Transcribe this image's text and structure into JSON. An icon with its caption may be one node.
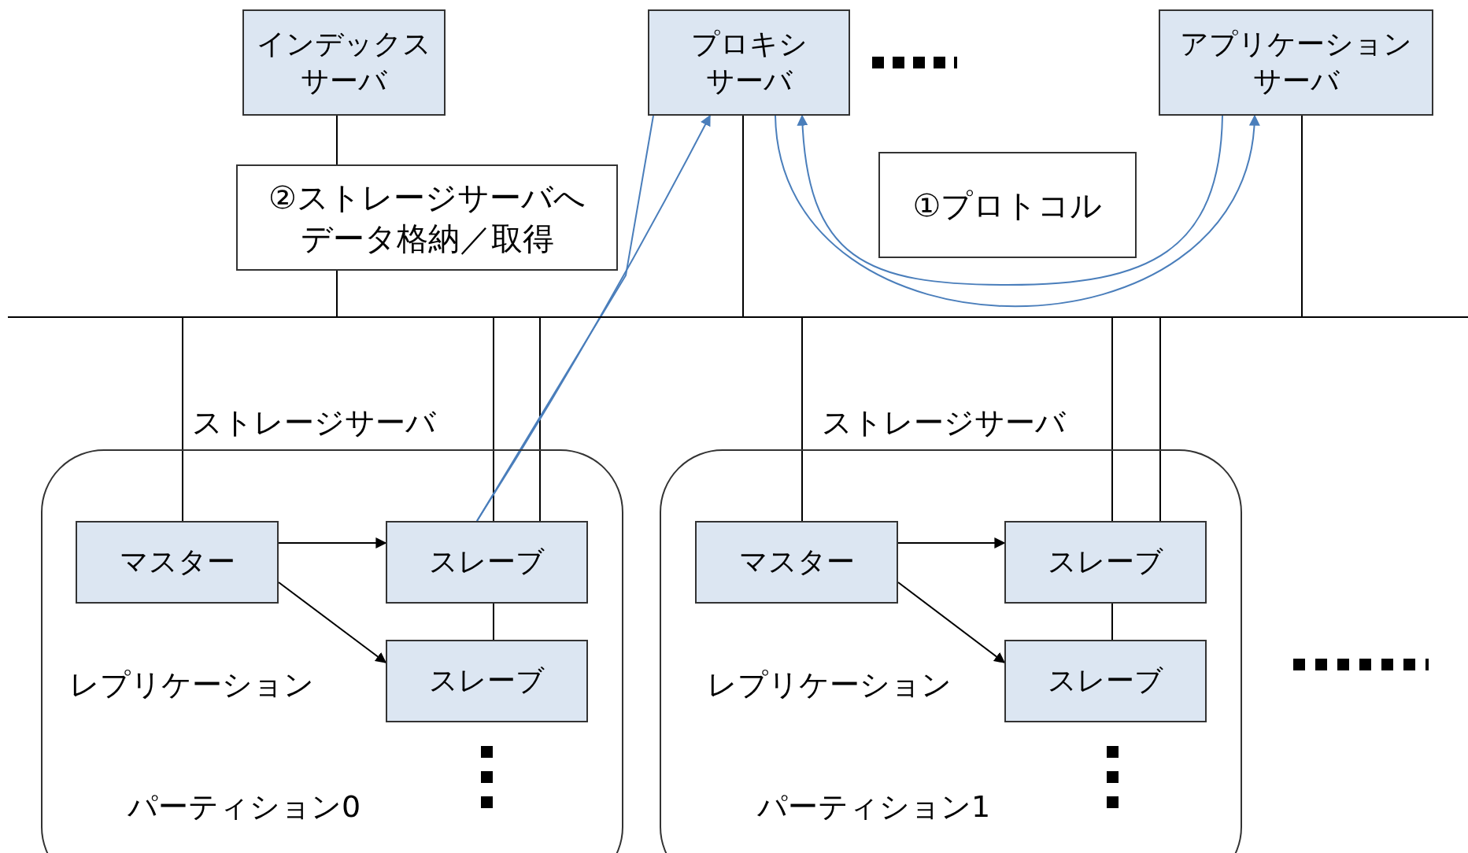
{
  "diagram": {
    "nodes": [
      {
        "text": [
          "インデックスサーバ"
        ]
      },
      {
        "text": [
          "プロキシサーバ"
        ]
      },
      {
        "text": [
          "アプリケーションサーバ"
        ]
      },
      {
        "text": [
          "②ストレージサーバへデータ格納／取得"
        ]
      },
      {
        "text": [
          "①プロトコル"
        ]
      },
      {
        "text": [
          "ストレージサーバ",
          "レプリケーション",
          "パーティション0"
        ]
      },
      {
        "text": [
          "マスター"
        ],
        "in": 5
      },
      {
        "text": [
          "スレーブ"
        ],
        "in": 5
      },
      {
        "text": [
          "スレーブ"
        ],
        "in": 5
      },
      {
        "text": [
          "ストレージサーバ",
          "レプリケーション",
          "パーティション1"
        ]
      },
      {
        "text": [
          "マスター"
        ],
        "in": 9
      },
      {
        "text": [
          "スレーブ"
        ],
        "in": 9
      },
      {
        "text": [
          "スレーブ"
        ],
        "in": 9
      },
      {
        "text": [],
        "shape": "bar"
      }
    ],
    "edges": [
      {
        "from": 0,
        "to": 3,
        "arrow": "none"
      },
      {
        "from": 1,
        "to": 13,
        "arrow": "none"
      },
      {
        "from": 2,
        "to": 13,
        "arrow": "none"
      },
      {
        "from": 6,
        "to": 13,
        "arrow": "none"
      },
      {
        "from": 7,
        "to": 13,
        "arrow": "none"
      },
      {
        "from": 7,
        "to": 13,
        "arrow": "none"
      },
      {
        "from": 10,
        "to": 13,
        "arrow": "none"
      },
      {
        "from": 11,
        "to": 13,
        "arrow": "none"
      },
      {
        "from": 11,
        "to": 13,
        "arrow": "none"
      },
      {
        "from": 6,
        "to": 7,
        "arrow": "to"
      },
      {
        "from": 6,
        "to": 8,
        "arrow": "to"
      },
      {
        "from": 7,
        "to": 8,
        "arrow": "none"
      },
      {
        "from": 10,
        "to": 11,
        "arrow": "to"
      },
      {
        "from": 10,
        "to": 12,
        "arrow": "to"
      },
      {
        "from": 11,
        "to": 12,
        "arrow": "none"
      },
      {
        "from": 1,
        "to": 2,
        "arrow": "to",
        "color": "#4a7ebb"
      },
      {
        "from": 2,
        "to": 1,
        "arrow": "to",
        "color": "#4a7ebb"
      },
      {
        "from": 1,
        "to": 7,
        "arrow": "none",
        "color": "#4a7ebb"
      },
      {
        "from": 7,
        "to": 1,
        "arrow": "to",
        "color": "#4a7ebb"
      },
      {
        "from": 3,
        "to": 13,
        "arrow": "none"
      }
    ]
  }
}
